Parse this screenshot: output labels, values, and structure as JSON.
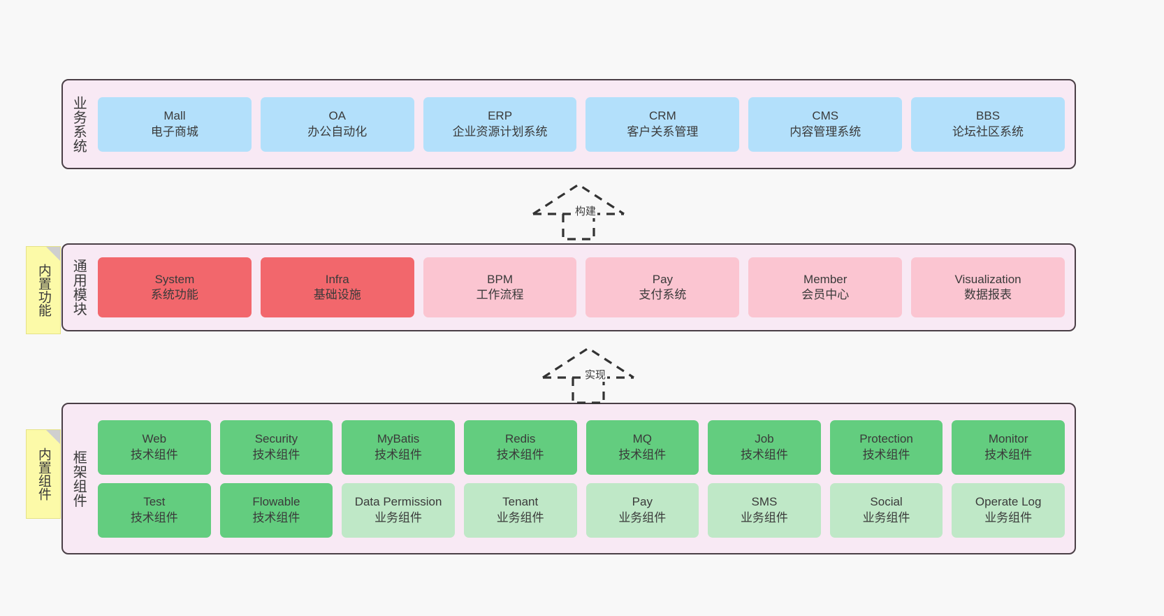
{
  "diagram": {
    "background_color": "#f8f8f8",
    "panel_color": "#f8e9f4",
    "panel_border_color": "#4a3f46",
    "sticky_color": "#fcfaa8"
  },
  "layers": {
    "business": {
      "caption": "业务系统",
      "accent": "#b3e0fb",
      "items": [
        {
          "en": "Mall",
          "cn": "电子商城"
        },
        {
          "en": "OA",
          "cn": "办公自动化"
        },
        {
          "en": "ERP",
          "cn": "企业资源计划系统"
        },
        {
          "en": "CRM",
          "cn": "客户关系管理"
        },
        {
          "en": "CMS",
          "cn": "内容管理系统"
        },
        {
          "en": "BBS",
          "cn": "论坛社区系统"
        }
      ]
    },
    "modules": {
      "caption": "通用模块",
      "sticky": "内置功能",
      "accent_primary": "#f2676c",
      "accent_secondary": "#fbc5d1",
      "items": [
        {
          "en": "System",
          "cn": "系统功能",
          "tone": "primary"
        },
        {
          "en": "Infra",
          "cn": "基础设施",
          "tone": "primary"
        },
        {
          "en": "BPM",
          "cn": "工作流程",
          "tone": "secondary"
        },
        {
          "en": "Pay",
          "cn": "支付系统",
          "tone": "secondary"
        },
        {
          "en": "Member",
          "cn": "会员中心",
          "tone": "secondary"
        },
        {
          "en": "Visualization",
          "cn": "数据报表",
          "tone": "secondary"
        }
      ]
    },
    "framework": {
      "caption": "框架组件",
      "sticky": "内置组件",
      "accent_primary": "#63cd7f",
      "accent_secondary": "#bfe8c7",
      "row1": [
        {
          "en": "Web",
          "cn": "技术组件",
          "tone": "primary"
        },
        {
          "en": "Security",
          "cn": "技术组件",
          "tone": "primary"
        },
        {
          "en": "MyBatis",
          "cn": "技术组件",
          "tone": "primary"
        },
        {
          "en": "Redis",
          "cn": "技术组件",
          "tone": "primary"
        },
        {
          "en": "MQ",
          "cn": "技术组件",
          "tone": "primary"
        },
        {
          "en": "Job",
          "cn": "技术组件",
          "tone": "primary"
        },
        {
          "en": "Protection",
          "cn": "技术组件",
          "tone": "primary"
        },
        {
          "en": "Monitor",
          "cn": "技术组件",
          "tone": "primary"
        }
      ],
      "row2": [
        {
          "en": "Test",
          "cn": "技术组件",
          "tone": "primary"
        },
        {
          "en": "Flowable",
          "cn": "技术组件",
          "tone": "primary"
        },
        {
          "en": "Data Permission",
          "cn": "业务组件",
          "tone": "secondary"
        },
        {
          "en": "Tenant",
          "cn": "业务组件",
          "tone": "secondary"
        },
        {
          "en": "Pay",
          "cn": "业务组件",
          "tone": "secondary"
        },
        {
          "en": "SMS",
          "cn": "业务组件",
          "tone": "secondary"
        },
        {
          "en": "Social",
          "cn": "业务组件",
          "tone": "secondary"
        },
        {
          "en": "Operate Log",
          "cn": "业务组件",
          "tone": "secondary"
        }
      ]
    }
  },
  "connectors": [
    {
      "label": "构建"
    },
    {
      "label": "实现"
    }
  ]
}
